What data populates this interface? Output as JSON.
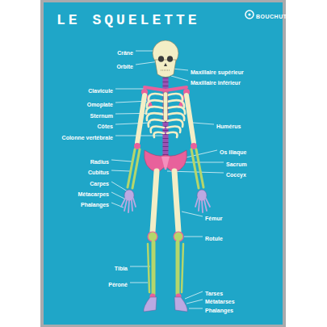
{
  "diagram": {
    "title": "LE SQUELETTE",
    "labels": [
      "Crâne",
      "Orbite",
      "Maxillaire supérieur",
      "Maxillaire inférieur",
      "Clavicule",
      "Omoplate",
      "Sternum",
      "Côtes",
      "Colonne vertébrale",
      "Humérus",
      "Os iliaque",
      "Sacrum",
      "Coccyx",
      "Radius",
      "Cubitus",
      "Carpes",
      "Métacarpes",
      "Phalanges",
      "Fémur",
      "Rotule",
      "Tibia",
      "Péroné",
      "Tarses",
      "Métatarses",
      "Phalanges",
      "BOUCHUT"
    ]
  }
}
